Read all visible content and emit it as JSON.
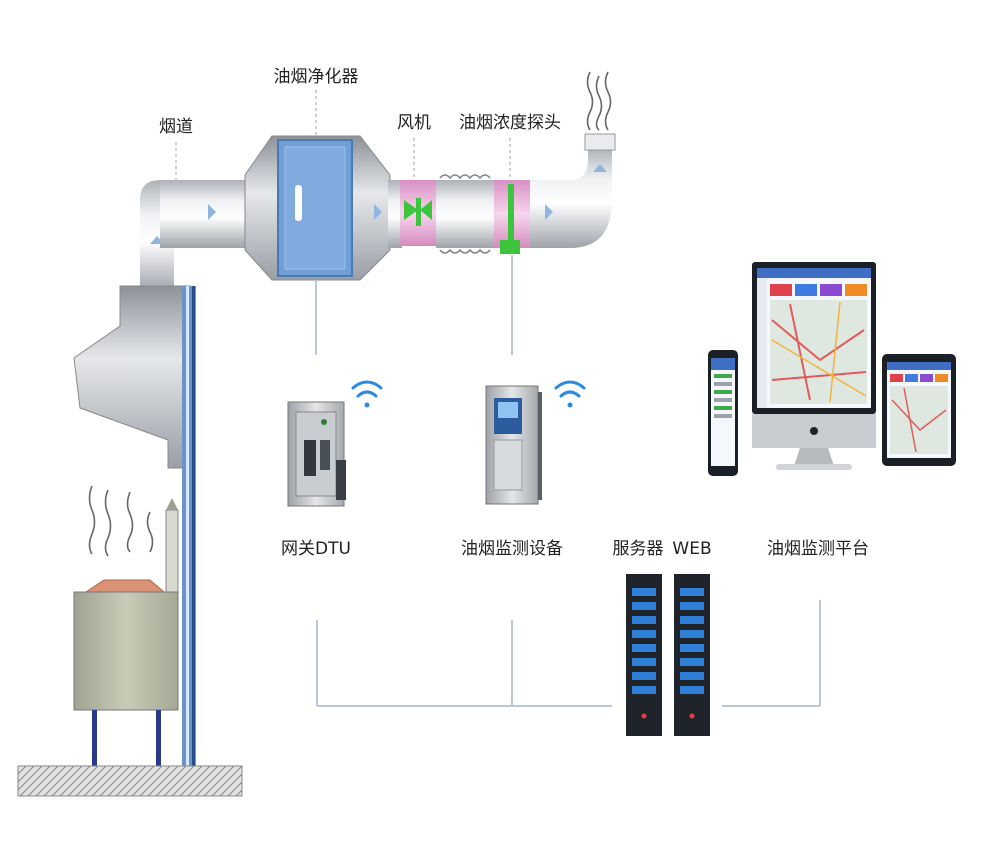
{
  "labels": {
    "flue": "烟道",
    "purifier": "油烟净化器",
    "fan": "风机",
    "probe": "油烟浓度探头",
    "gateway": "网关DTU",
    "monitor_device": "油烟监测设备",
    "server": "服务器",
    "web": "WEB",
    "platform": "油烟监测平台"
  },
  "colors": {
    "duct": "#c9ccd1",
    "purifier_panel": "#6f9fd6",
    "fan_section": "#f0b8dc",
    "probe_green": "#3cc43c",
    "connector": "#b9c6dc",
    "server_blue": "#2f7ed8",
    "wifi_blue": "#2c8be0"
  }
}
